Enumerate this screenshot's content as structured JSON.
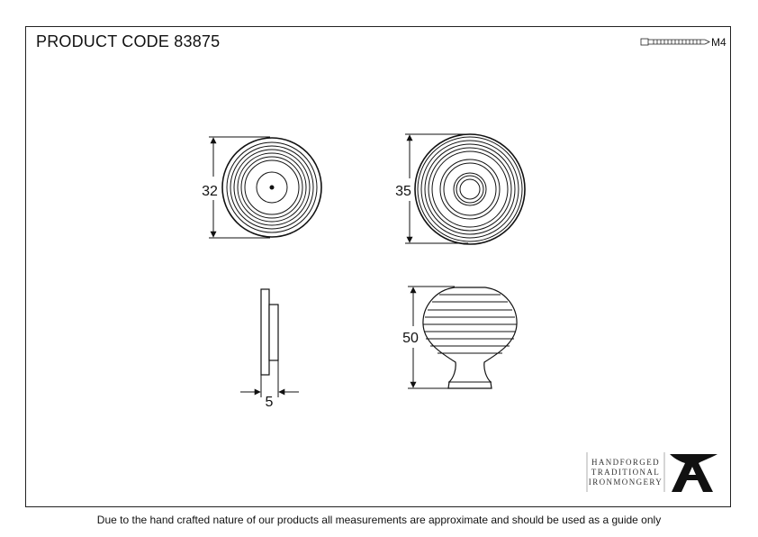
{
  "header": {
    "product_code": "PRODUCT CODE 83875"
  },
  "screw": {
    "label": "M4"
  },
  "dimensions": {
    "rose_diameter": "32",
    "knob_face_diameter": "35",
    "rose_thickness": "5",
    "knob_height": "50"
  },
  "logo": {
    "line1": "HANDFORGED",
    "line2": "TRADITIONAL",
    "line3": "IRONMONGERY"
  },
  "footer": {
    "disclaimer": "Due to the hand crafted nature of our products all measurements are approximate and should be used as a guide only"
  }
}
